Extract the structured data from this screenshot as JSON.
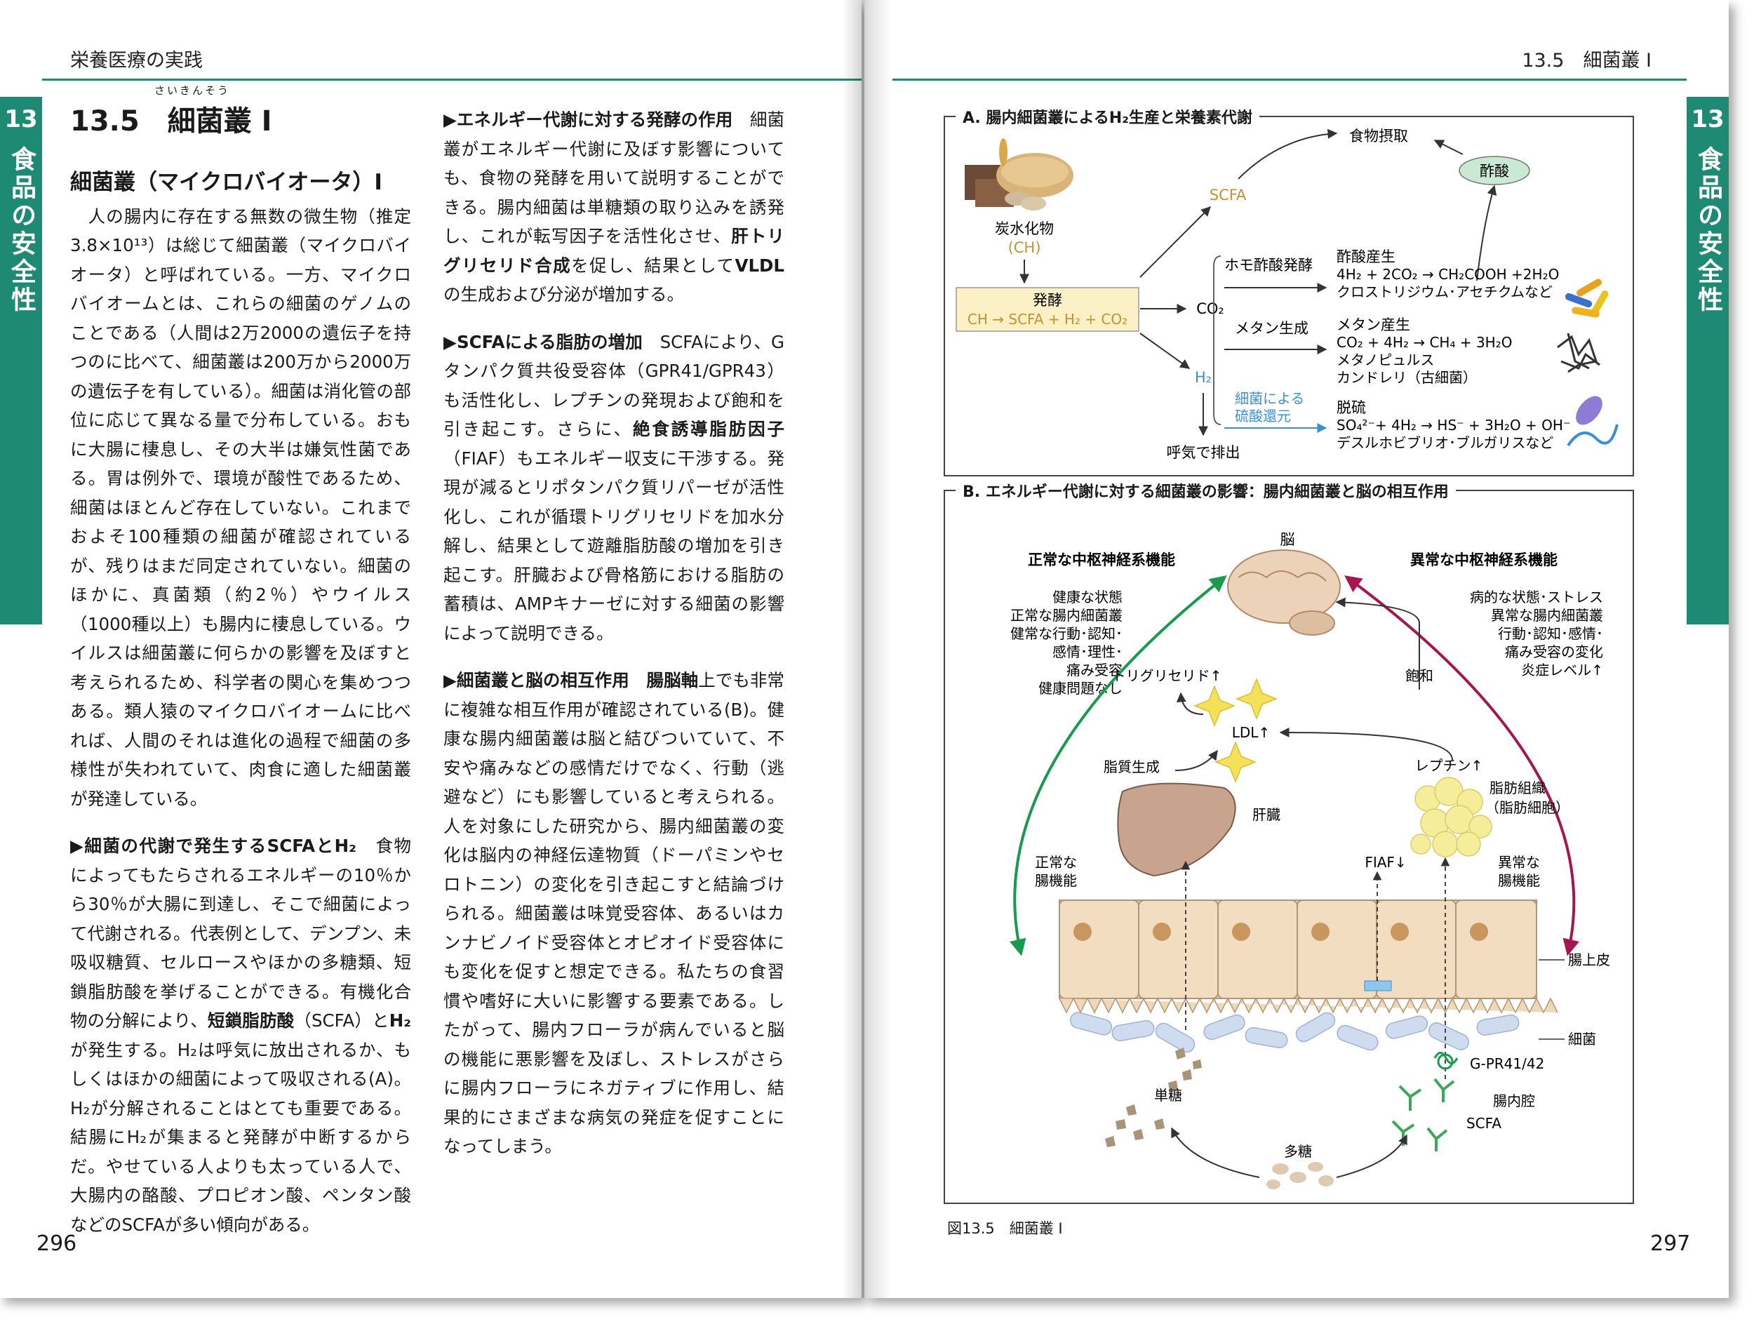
{
  "left": {
    "running_head": "栄養医療の実践",
    "chapter_no": "13",
    "chapter_title": "食品の安全性",
    "section_title": "13.5　細菌叢 Ⅰ",
    "section_ruby": "さいきんそう",
    "page_no": "296",
    "col1": {
      "heading": "細菌叢（マイクロバイオータ）Ⅰ",
      "para1": "　人の腸内に存在する無数の微生物（推定3.8×10¹³）は総じて細菌叢（マイクロバイオータ）と呼ばれている。一方、マイクロバイオームとは、これらの細菌のゲノムのことである（人間は2万2000の遺伝子を持つのに比べて、細菌叢は200万から2000万の遺伝子を有している）。細菌は消化管の部位に応じて異なる量で分布している。おもに大腸に棲息し、その大半は嫌気性菌である。胃は例外で、環境が酸性であるため、細菌はほとんど存在していない。これまでおよそ100種類の細菌が確認されているが、残りはまだ同定されていない。細菌のほかに、真菌類（約2％）やウイルス（1000種以上）も腸内に棲息している。ウイルスは細菌叢に何らかの影響を及ぼすと考えられるため、科学者の関心を集めつつある。類人猿のマイクロバイオームに比べれば、人間のそれは進化の過程で細菌の多様性が失われていて、肉食に適した細菌叢が発達している。",
      "para2_head": "▶細菌の代謝で発生するSCFAとH₂",
      "para2_a": "　食物によってもたらされるエネルギーの10％から30％が大腸に到達し、そこで細菌によって代謝される。代表例として、デンプン、未吸収糖質、セルロースやほかの多糖類、短鎖脂肪酸を挙げることができる。有機化合物の分解により、",
      "para2_bold1": "短鎖脂肪酸",
      "para2_b": "（SCFA）と",
      "para2_bold2": "H₂",
      "para2_c": "が発生する。H₂は呼気に放出されるか、もしくはほかの細菌によって吸収される(A)。H₂が分解されることはとても重要である。結腸にH₂が集まると発酵が中断するからだ。やせている人よりも太っている人で、大腸内の酪酸、プロピオン酸、ペンタン酸などのSCFAが多い傾向がある。"
    },
    "col2": {
      "p1_head": "▶エネルギー代謝に対する発酵の作用",
      "p1_a": "　細菌叢がエネルギー代謝に及ぼす影響についても、食物の発酵を用いて説明することができる。腸内細菌は単糖類の取り込みを誘発し、これが転写因子を活性化させ、",
      "p1_bold": "肝トリグリセリド合成",
      "p1_b": "を促し、結果として",
      "p1_bold2": "VLDL",
      "p1_c": "の生成および分泌が増加する。",
      "p2_head": "▶SCFAによる脂肪の増加",
      "p2_a": "　SCFAにより、Gタンパク質共役受容体（GPR41/GPR43）も活性化し、レプチンの発現および飽和を引き起こす。さらに、",
      "p2_bold": "絶食誘導脂肪因子",
      "p2_b": "（FIAF）もエネルギー収支に干渉する。発現が減るとリポタンパク質リパーゼが活性化し、これが循環トリグリセリドを加水分解し、結果として遊離脂肪酸の増加を引き起こす。肝臓および骨格筋における脂肪の蓄積は、AMPキナーゼに対する細菌の影響によって説明できる。",
      "p3_head": "▶細菌叢と脳の相互作用",
      "p3_bold": "　腸脳軸",
      "p3_a": "上でも非常に複雑な相互作用が確認されている(B)。健康な腸内細菌叢は脳と結びついていて、不安や痛みなどの感情だけでなく、行動（逃避など）にも影響していると考えられる。人を対象にした研究から、腸内細菌叢の変化は脳内の神経伝達物質（ドーパミンやセロトニン）の変化を引き起こすと結論づけられる。細菌叢は味覚受容体、あるいはカンナビノイド受容体とオピオイド受容体にも変化を促すと想定できる。私たちの食習慣や嗜好に大いに影響する要素である。したがって、腸内フローラが病んでいると脳の機能に悪影響を及ぼし、ストレスがさらに腸内フローラにネガティブに作用し、結果的にさまざまな病気の発症を促すことになってしまう。"
    }
  },
  "right": {
    "running_head": "13.5　細菌叢 Ⅰ",
    "chapter_no": "13",
    "chapter_title": "食品の安全性",
    "page_no": "297",
    "caption": "図13.5　細菌叢 Ⅰ",
    "panelA": {
      "title": "A. 腸内細菌叢によるH₂生産と栄養素代謝",
      "carb": "炭水化物",
      "ch": "(CH)",
      "ferment": "発酵",
      "ferment_eq": "CH → SCFA + H₂ + CO₂",
      "scfa": "SCFA",
      "food_intake": "食物摂取",
      "acetate": "酢酸",
      "co2": "CO₂",
      "h2": "H₂",
      "exhale": "呼気で排出",
      "homo": "ホモ酢酸発酵",
      "methane": "メタン生成",
      "sulfate": "細菌による\n硫酸還元",
      "acetogen_title": "酢酸産生",
      "acetogen_eq": "4H₂ + 2CO₂ → CH₂COOH +2H₂O",
      "acetogen_bug": "クロストリジウム･アセチクムなど",
      "methano_title": "メタン産生",
      "methano_eq": "CO₂ + 4H₂ → CH₄ + 3H₂O",
      "methano_bug1": "メタノピュルス",
      "methano_bug2": "カンドレリ（古細菌）",
      "sulf_title": "脱硫",
      "sulf_eq": "SO₄²⁻+ 4H₂ → HS⁻ + 3H₂O + OH⁻",
      "sulf_bug": "デスルホビブリオ･ブルガリスなど"
    },
    "panelB": {
      "title": "B. エネルギー代謝に対する細菌叢の影響：腸内細菌叢と脳の相互作用",
      "brain": "脳",
      "normal_cns": "正常な中枢神経系機能",
      "abnormal_cns": "異常な中枢神経系機能",
      "healthy_list": [
        "健康な状態",
        "正常な腸内細菌叢",
        "健常な行動･認知･",
        "感情･理性･",
        "痛み受容",
        "健康問題なし"
      ],
      "sick_list": [
        "病的な状態･ストレス",
        "異常な腸内細菌叢",
        "行動･認知･感情･",
        "痛み受容の変化",
        "炎症レベル↑"
      ],
      "tg": "トリグリセリド↑",
      "satiety": "飽和",
      "ldl": "LDL↑",
      "leptin": "レプチン↑",
      "lipogenesis": "脂質生成",
      "liver": "肝臓",
      "adipose1": "脂肪組織",
      "adipose2": "（脂肪細胞）",
      "fiaf": "FIAF↓",
      "normal_gut": [
        "正常な",
        "腸機能"
      ],
      "abnormal_gut": [
        "異常な",
        "腸機能"
      ],
      "epithelium": "腸上皮",
      "bacteria": "細菌",
      "gpr": "G-PR41/42",
      "monosaccharide": "単糖",
      "lumen": "腸内腔",
      "scfa": "SCFA",
      "polysaccharide": "多糖"
    }
  }
}
